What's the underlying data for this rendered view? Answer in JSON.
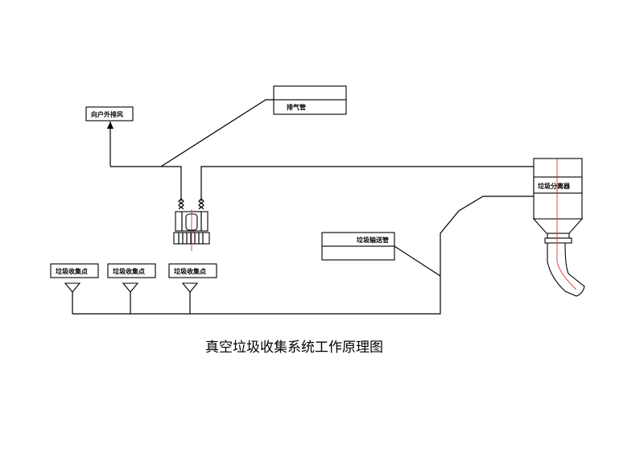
{
  "labels": {
    "exhaust_outdoor": "向户外排风",
    "exhaust_pipe": "排气管",
    "separator": "垃圾分离器",
    "conveying_pipe": "垃圾输送管",
    "collection_point_1": "垃圾收集点",
    "collection_point_2": "垃圾收集点",
    "collection_point_3": "垃圾收集点"
  },
  "caption": "真空垃圾收集系统工作原理图",
  "colors": {
    "line": "#000000",
    "centerline": "#e02020",
    "background": "#ffffff"
  }
}
